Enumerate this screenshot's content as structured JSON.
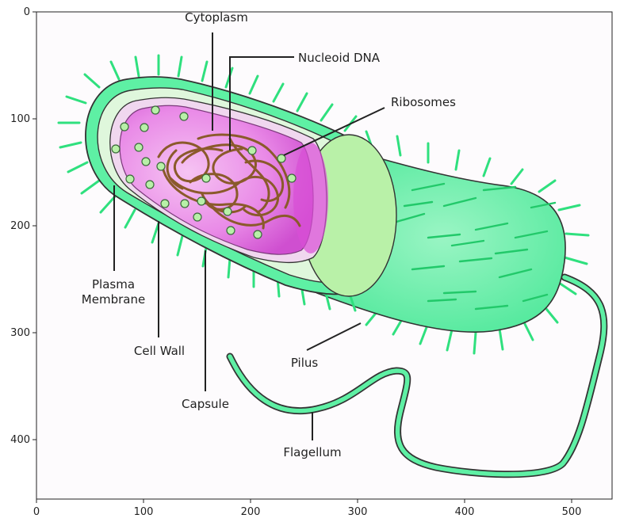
{
  "axes": {
    "x_ticks": [
      "0",
      "100",
      "200",
      "300",
      "400",
      "500"
    ],
    "y_ticks": [
      "0",
      "100",
      "200",
      "300",
      "400"
    ]
  },
  "labels": {
    "cytoplasm": "Cytoplasm",
    "nucleoid": "Nucleoid DNA",
    "ribosomes": "Ribosomes",
    "plasma_line1": "Plasma",
    "plasma_line2": "Membrane",
    "cell_wall": "Cell Wall",
    "capsule": "Capsule",
    "pilus": "Pilus",
    "flagellum": "Flagellum"
  },
  "colors": {
    "capsule_green": "#5ef0a4",
    "pili_green": "#2fe07e",
    "cytoplasm_pink": "#e88ae6",
    "dna_brown": "#8a5a2b",
    "ribosome": "#b8f0a8"
  }
}
